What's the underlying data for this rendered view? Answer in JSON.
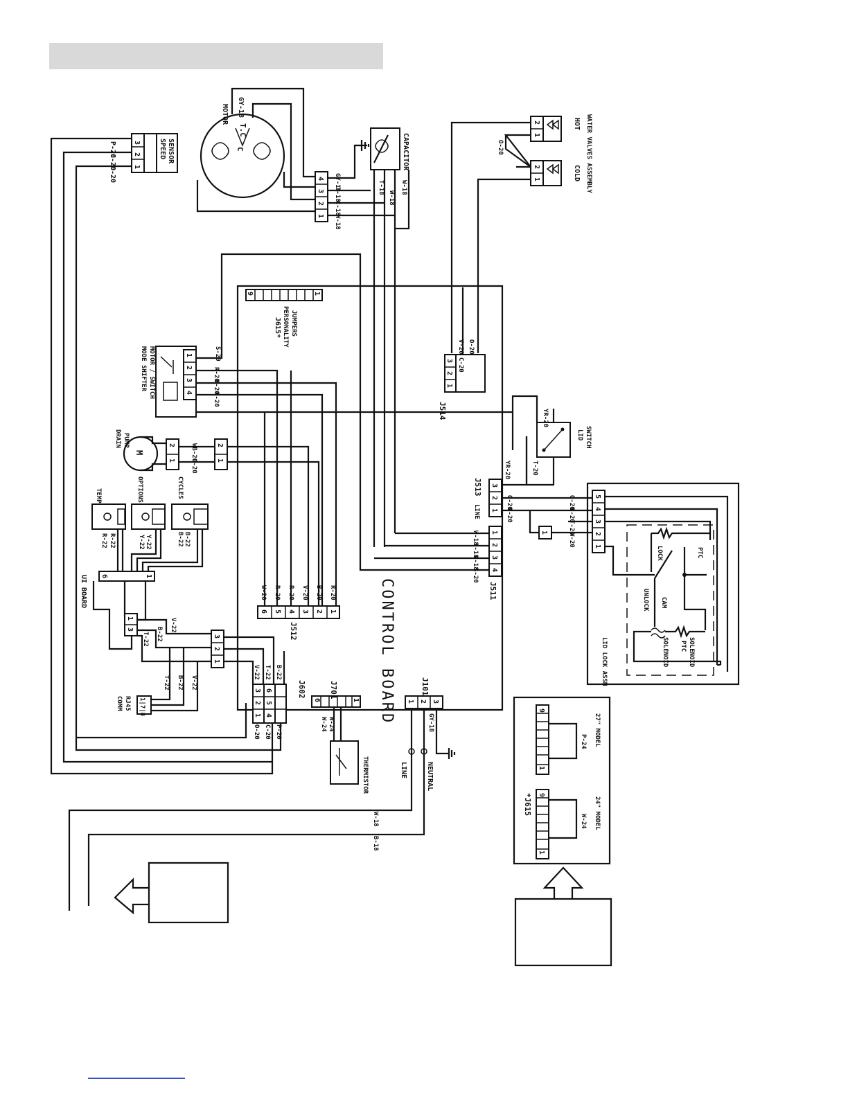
{
  "labels": {
    "control_board": "CONTROL BOARD",
    "motor": "MOTOR",
    "speed_sensor": [
      "SPEED",
      "SENSOR"
    ],
    "capacitor": "CAPACITOR",
    "water_valves": "WATER VALVES ASSEMBLY",
    "hot": "HOT",
    "cold": "COLD",
    "mode_shifter": [
      "MODE SHIFTER",
      "MOTOR / SWITCH"
    ],
    "drain_pump": [
      "DRAIN",
      "PUMP"
    ],
    "temp": "TEMP",
    "options": "OPTIONS",
    "cycles": "CYCLES",
    "ui_board": "UI BOARD",
    "comm": [
      "COMM",
      "RJ45"
    ],
    "thermistor": "THERMISTOR",
    "line": "LINE",
    "neutral": "NEUTRAL",
    "lid_switch": [
      "LID",
      "SWITCH"
    ],
    "lid_lock_assm": "LID LOCK ASSM",
    "lock": "LOCK",
    "unlock": "UNLOCK",
    "cam": "CAM",
    "solenoid": "SOLENOID",
    "ptc": "PTC",
    "ptc_solenoid": [
      "PTC",
      "SOLENOID"
    ],
    "personality": [
      "J615*",
      "PERSONALITY",
      "JUMPERS"
    ],
    "j615_inset": "*J615",
    "model_24": "24\" MODEL",
    "model_27": "27\" MODEL",
    "tc": "T.C",
    "c": "C"
  },
  "connectors": {
    "j511": "J511",
    "j512": "J512",
    "j513": "J513",
    "j514": "J514",
    "j602": "J602",
    "j701": "J701",
    "j101": "J101",
    "line_small": "LINE"
  },
  "wires": {
    "speed": [
      "O-20",
      "C-20",
      "P-20"
    ],
    "motor": [
      "W-18",
      "C-18",
      "T-18",
      "GY-18"
    ],
    "gy18_top": "GY-18",
    "cap": [
      "T-18",
      "W-18",
      "W-18"
    ],
    "valve_o": "O-20",
    "j514": [
      "O-20",
      "C-20",
      "V-20"
    ],
    "s20": "S-20",
    "mode": [
      "R-20",
      "B-20",
      "R-20"
    ],
    "pump": [
      "O-20",
      "WB-20"
    ],
    "j511": [
      "W-18",
      "T-18",
      "C-18",
      "S-20"
    ],
    "j512": [
      "R-20",
      "B-20",
      "V-20",
      "R-20",
      "R-20",
      "W-20"
    ],
    "j513": [
      "B-20",
      "O-20",
      "YR-20"
    ],
    "lid_sw": [
      "YR-20",
      "T-20"
    ],
    "lidlock": [
      "W-20",
      "T-20",
      "B-20",
      "O-20"
    ],
    "temp": [
      "R-22",
      "R-22"
    ],
    "options": [
      "Y-22",
      "Y-22"
    ],
    "cycles": [
      "B-22",
      "B-22"
    ],
    "ui3": [
      "T-22",
      "B-22",
      "V-22"
    ],
    "rj": [
      "T-22",
      "B-22",
      "V-22"
    ],
    "j602": [
      "V-22",
      "T-22",
      "B-22"
    ],
    "j602_bottom": [
      "O-20",
      "C-20",
      "P-20"
    ],
    "therm": [
      "W-24",
      "W-24"
    ],
    "gy18_bottom": "GY-18",
    "w18": "W-18",
    "b18": "B-18",
    "p24": "P-24",
    "w24": "W-24"
  },
  "pins": {
    "p1": "1",
    "p2": "2",
    "p3": "3",
    "p4": "4",
    "p5": "5",
    "p6": "6",
    "p9": "9",
    "rj45": "1|7|8",
    "m": "M"
  }
}
